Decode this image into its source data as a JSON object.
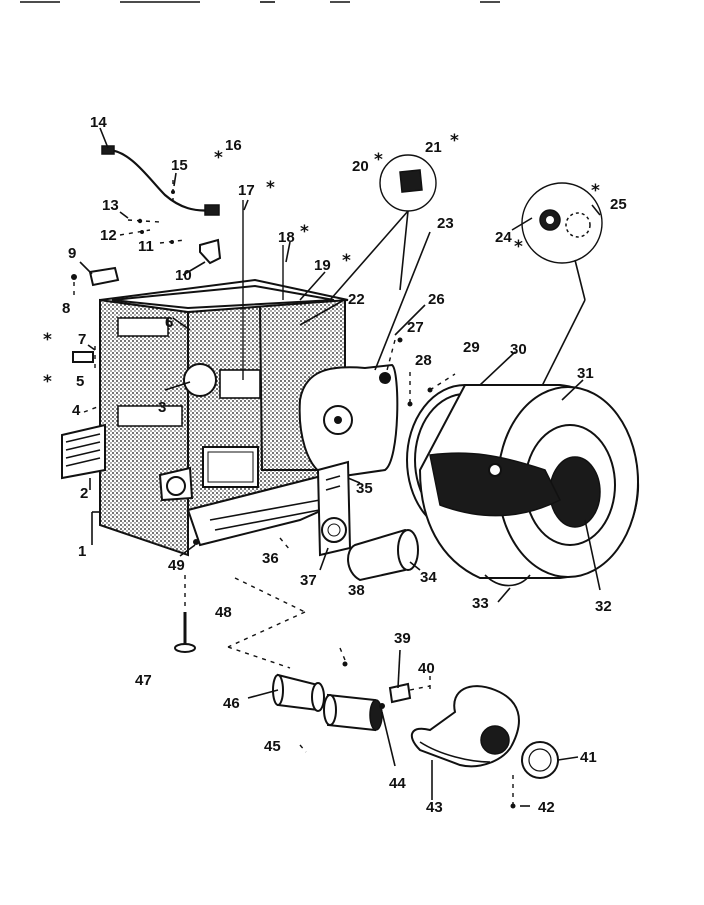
{
  "labels": {
    "l1": "1",
    "l2": "2",
    "l3": "3",
    "l4": "4",
    "l5": "5",
    "l6": "6",
    "l7": "7",
    "l8": "8",
    "l9": "9",
    "l10": "10",
    "l11": "11",
    "l12": "12",
    "l13": "13",
    "l14": "14",
    "l15": "15",
    "l16": "16",
    "l17": "17",
    "l18": "18",
    "l19": "19",
    "l20": "20",
    "l21": "21",
    "l22": "22",
    "l23": "23",
    "l24": "24",
    "l25": "25",
    "l26": "26",
    "l27": "27",
    "l28": "28",
    "l29": "29",
    "l30": "30",
    "l31": "31",
    "l32": "32",
    "l33": "33",
    "l34": "34",
    "l35": "35",
    "l36": "36",
    "l37": "37",
    "l38": "38",
    "l39": "39",
    "l40": "40",
    "l41": "41",
    "l42": "42",
    "l43": "43",
    "l44": "44",
    "l45": "45",
    "l46": "46",
    "l47": "47",
    "l48": "48",
    "l49": "49"
  },
  "star_symbol": "*"
}
